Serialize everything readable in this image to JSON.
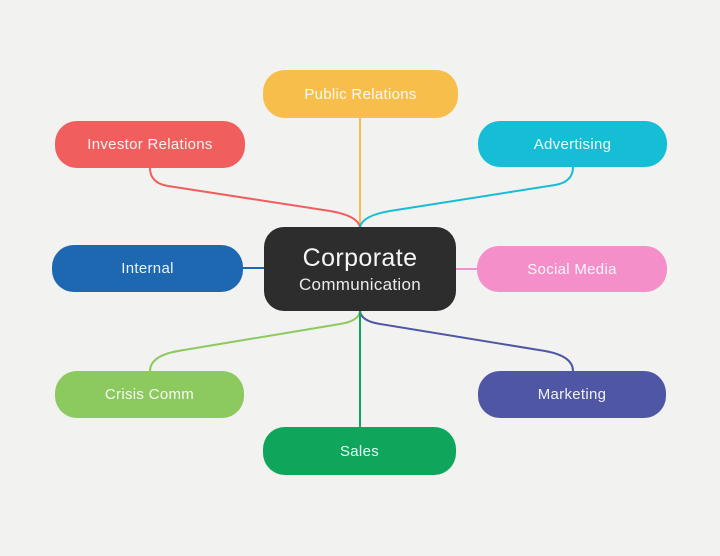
{
  "background_color": "#f2f2f1",
  "center": {
    "label_line1": "Corporate",
    "label_line2": "Communication",
    "color": "#2e2d2d",
    "text_color": "#ffffff"
  },
  "nodes": [
    {
      "id": "public-relations",
      "label": "Public Relations",
      "color": "#f8be4b"
    },
    {
      "id": "investor-relations",
      "label": "Investor Relations",
      "color": "#f15e5e"
    },
    {
      "id": "advertising",
      "label": "Advertising",
      "color": "#16bed5"
    },
    {
      "id": "internal",
      "label": "Internal",
      "color": "#1e68b2"
    },
    {
      "id": "social-media",
      "label": "Social Media",
      "color": "#f48fc9"
    },
    {
      "id": "crisis-comm",
      "label": "Crisis Comm",
      "color": "#8cca5f"
    },
    {
      "id": "marketing",
      "label": "Marketing",
      "color": "#4f57a4"
    },
    {
      "id": "sales",
      "label": "Sales",
      "color": "#0fa65c"
    }
  ]
}
